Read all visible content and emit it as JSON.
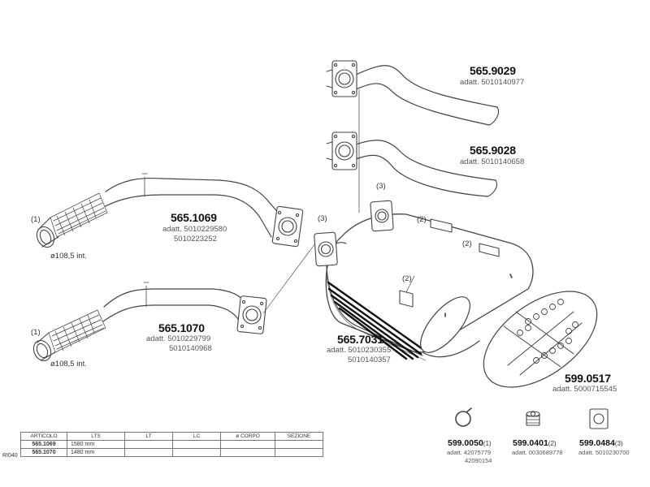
{
  "parts": {
    "p9029": {
      "code": "565.9029",
      "adatt": "adatt. 5010140977"
    },
    "p9028": {
      "code": "565.9028",
      "adatt": "adatt. 5010140658"
    },
    "p1069": {
      "code": "565.1069",
      "adatt1": "adatt. 5010229580",
      "adatt2": "5010223252"
    },
    "p1070": {
      "code": "565.1070",
      "adatt1": "adatt. 5010229799",
      "adatt2": "5010140968"
    },
    "p7031": {
      "code": "565.7031",
      "adatt1": "adatt. 5010230355",
      "adatt2": "5010140357"
    },
    "p0517": {
      "code": "599.0517",
      "adatt": "adatt. 5000715545"
    }
  },
  "marks": {
    "m1a": "(1)",
    "m1b": "(1)",
    "m3a": "(3)",
    "m3b": "(3)",
    "m2a": "(2)",
    "m2b": "(2)",
    "m2c": "(2)"
  },
  "diameters": {
    "d1": "ø108,5  int.",
    "d2": "ø108,5  int."
  },
  "accessories": [
    {
      "code": "599.0050",
      "mark": "(1)",
      "adatt1": "adatt. 42075779",
      "adatt2": "42090154"
    },
    {
      "code": "599.0401",
      "mark": "(2)",
      "adatt1": "adatt. 0030689778"
    },
    {
      "code": "599.0484",
      "mark": "(3)",
      "adatt1": "adatt. 5010230700"
    }
  ],
  "table": {
    "headers": [
      "ARTICOLO",
      "LTS",
      "LT",
      "LC",
      "ø CORPO",
      "SEZIONE"
    ],
    "rows": [
      [
        "565.1069",
        "1580  mm",
        "",
        "",
        "",
        ""
      ],
      [
        "565.1070",
        "1480  mm",
        "",
        "",
        "",
        ""
      ]
    ],
    "side_label": "RI040"
  }
}
